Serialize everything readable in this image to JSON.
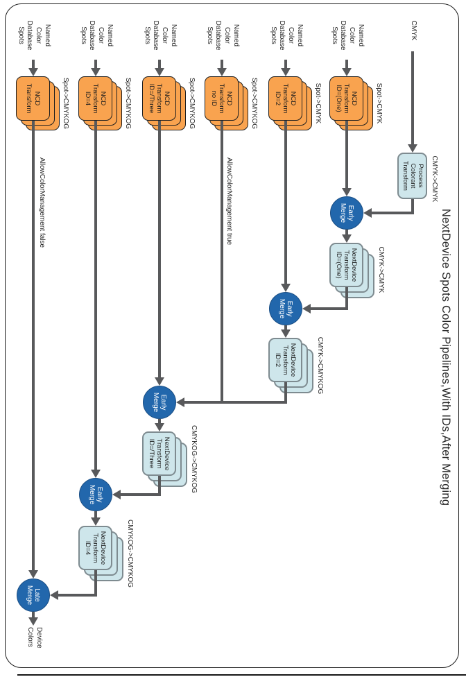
{
  "title": "NextDevice Spots Color Pipelines,With IDs,After Merging",
  "colors": {
    "orange": "#F9A34F",
    "light_blue": "#CEE6EB",
    "box_border": "#7E8B90",
    "merge_blue": "#2267AC",
    "line_gray": "#58595B",
    "text": "#262626"
  },
  "rows": {
    "a": {
      "source": "CMYK",
      "box": "Process\nColorant\nTransform",
      "caption": "CMYK->CMYK"
    },
    "b": {
      "source": "Named\nColor\nDatabase\nSpots",
      "ncd": "NCD\nTransform\nID=(One)",
      "ncd_caption": "Spot->CMYK",
      "merge": "Early\nMerge",
      "ndt": "NextDevice\nTransform\nID=(One)",
      "ndt_caption": "CMYK->CMYK"
    },
    "c": {
      "source": "Named\nColor\nDatabase\nSpots",
      "ncd": "NCD\nTransform\nID=2",
      "ncd_caption": "Spot->CMYK",
      "merge": "Early\nMerge",
      "ndt": "NextDevice\nTransform\nID=2",
      "ndt_caption": "CMYK->CMYKOG"
    },
    "d": {
      "source": "Named\nColor\nDatabase\nSpots",
      "ncd": "NCD\nTransform\nno ID",
      "ncd_caption": "Spot->CMYKOG",
      "line_label": "AllowColorManagement true"
    },
    "e": {
      "source": "Named\nColor\nDatabase\nSpots",
      "ncd": "NCD\nTransform\nID=/Three",
      "ncd_caption": "Spot->CMYKOG",
      "merge": "Early\nMerge",
      "ndt": "NextDevice\nTransform\nID=/Three",
      "ndt_caption": "CMYKOG->CMYKOG"
    },
    "f": {
      "source": "Named\nColor\nDatabase\nSpots",
      "ncd": "NCD\nTransform\nID=4",
      "ncd_caption": "Spot->CMYKOG",
      "merge": "Early\nMerge",
      "ndt": "NextDevice\nTransform\nID=4",
      "ndt_caption": "CMYKOG->CMYKOG"
    },
    "g": {
      "source": "Named\nColor\nDatabase\nSpots",
      "ncd": "NCD\nTransform",
      "ncd_caption": "Spot->CMYKOG",
      "line_label": "AllowColorManagement false",
      "merge": "Late\nMerge",
      "output": "Device\nColors"
    }
  }
}
